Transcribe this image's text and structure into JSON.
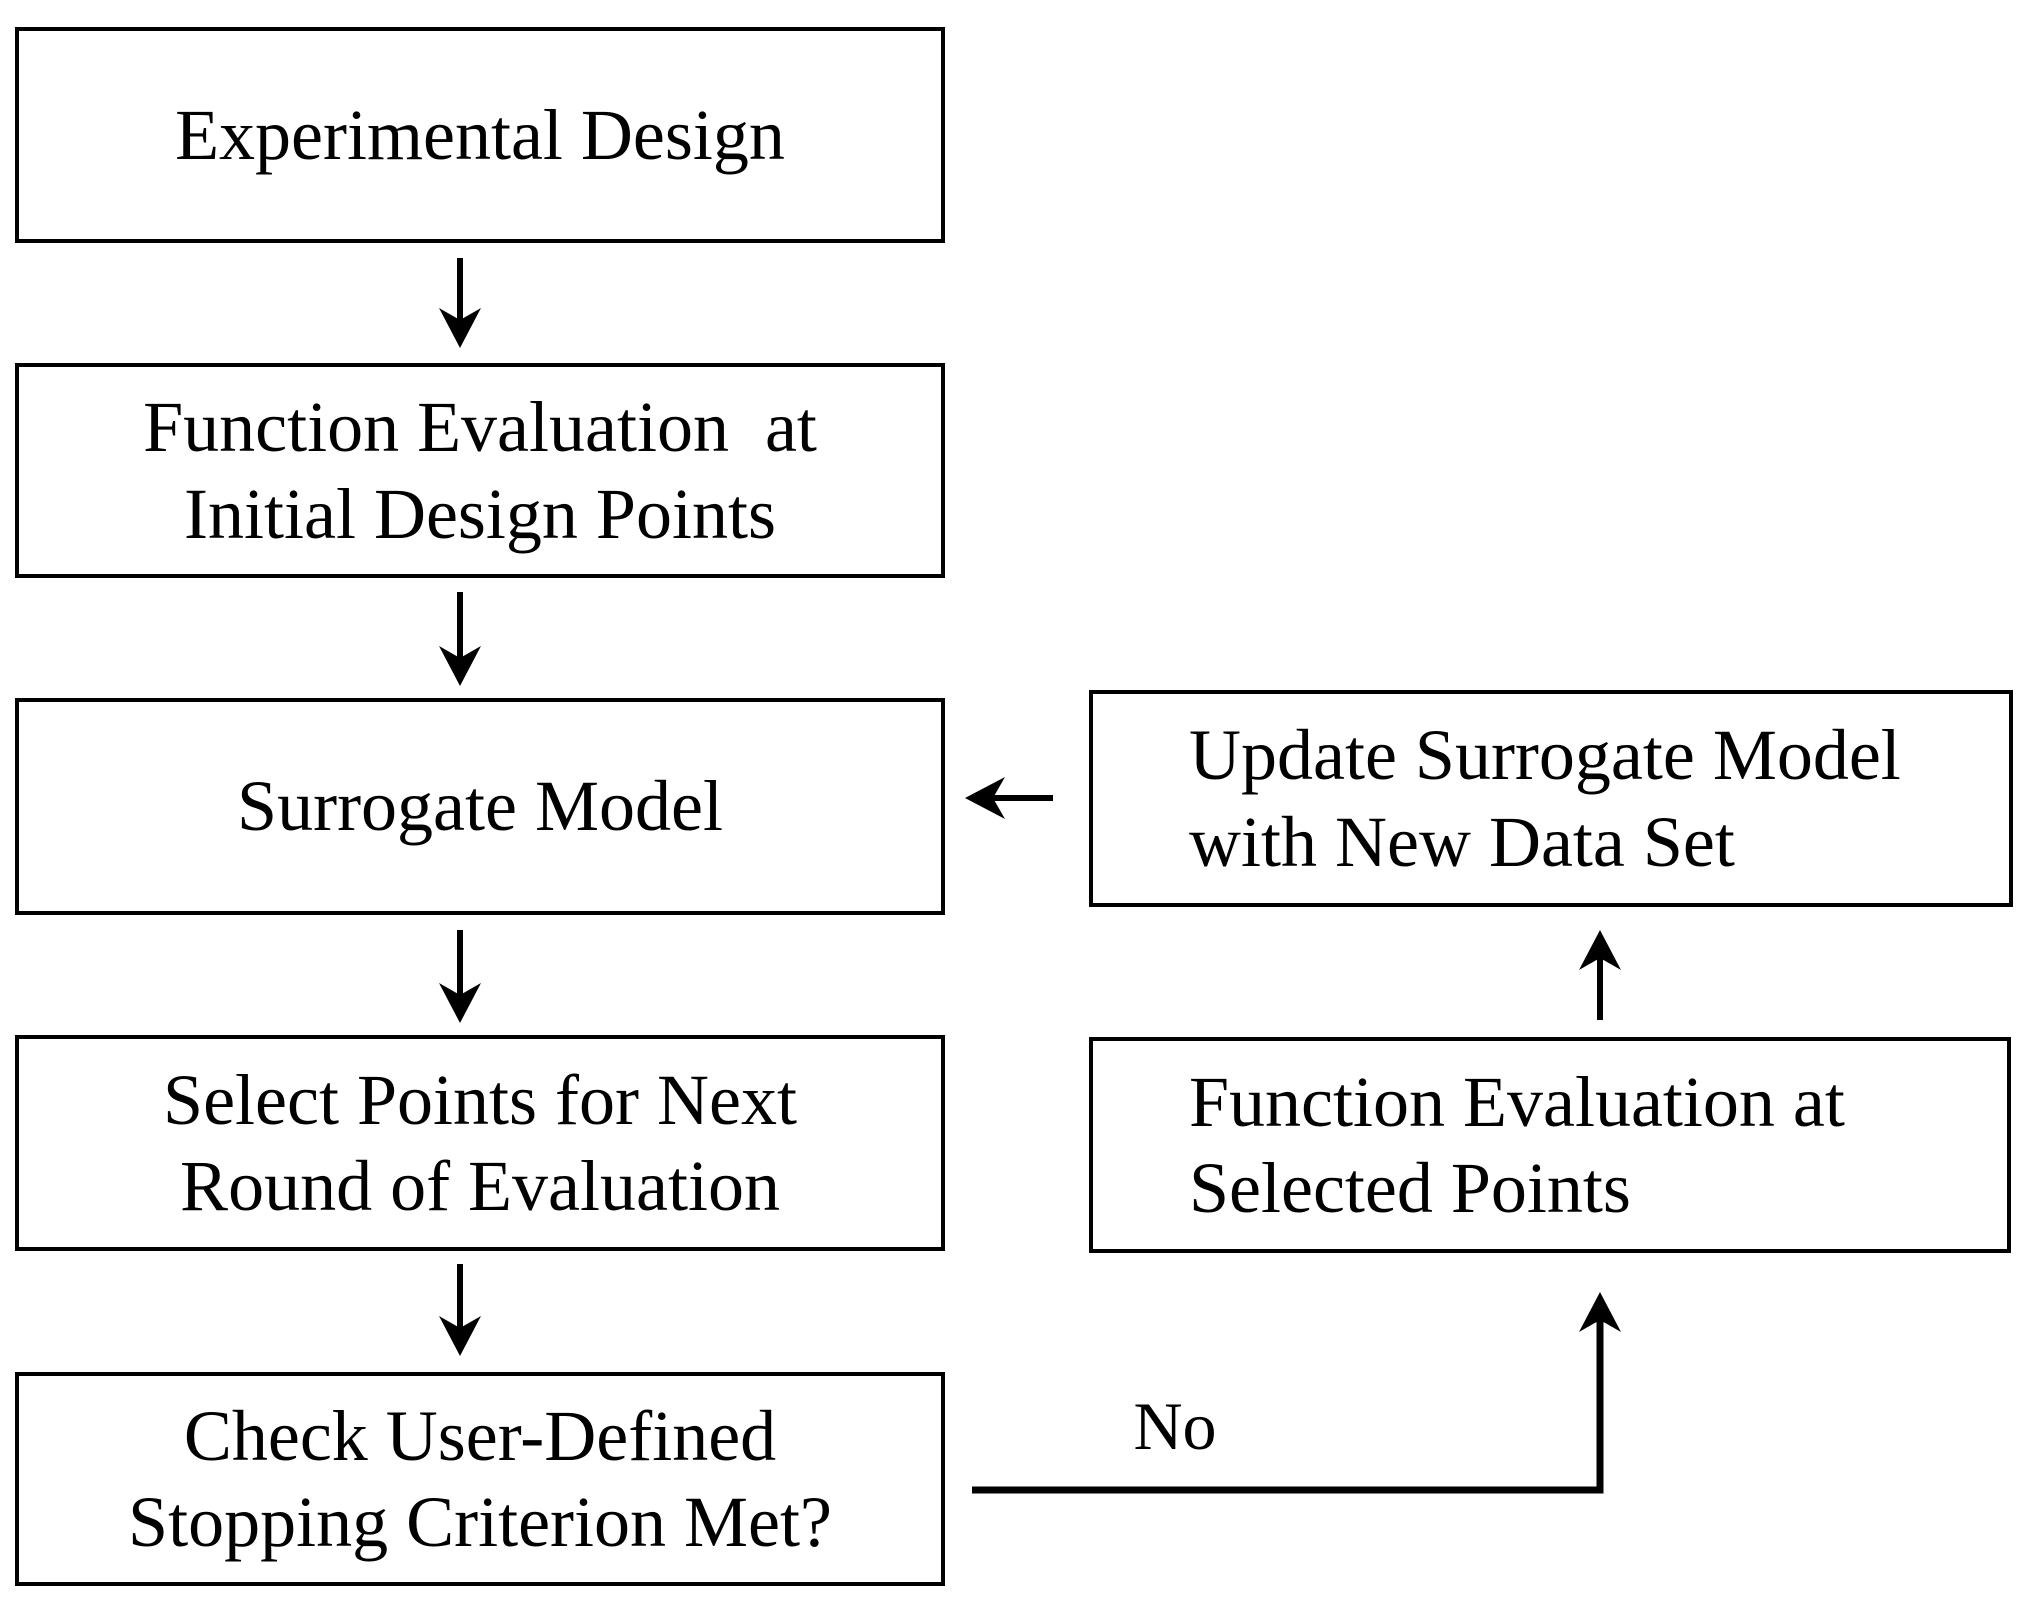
{
  "flowchart": {
    "background": "#ffffff",
    "stroke_color": "#000000",
    "text_color": "#000000",
    "nodes": {
      "experimental_design": {
        "label": "Experimental Design"
      },
      "function_evaluation_initial": {
        "line1": "Function Evaluation  at",
        "line2": "Initial Design Points"
      },
      "surrogate_model": {
        "label": "Surrogate Model"
      },
      "select_points": {
        "line1": "Select Points for Next",
        "line2": "Round of Evaluation"
      },
      "check_stopping_criterion": {
        "line1": "Check User-Defined",
        "line2": "Stopping Criterion Met?"
      },
      "update_surrogate_model": {
        "line1": "Update Surrogate Model",
        "line2": "with New Data Set"
      },
      "function_evaluation_selected": {
        "line1": "Function Evaluation at",
        "line2": "Selected Points"
      }
    },
    "edge_labels": {
      "no": "No"
    }
  }
}
